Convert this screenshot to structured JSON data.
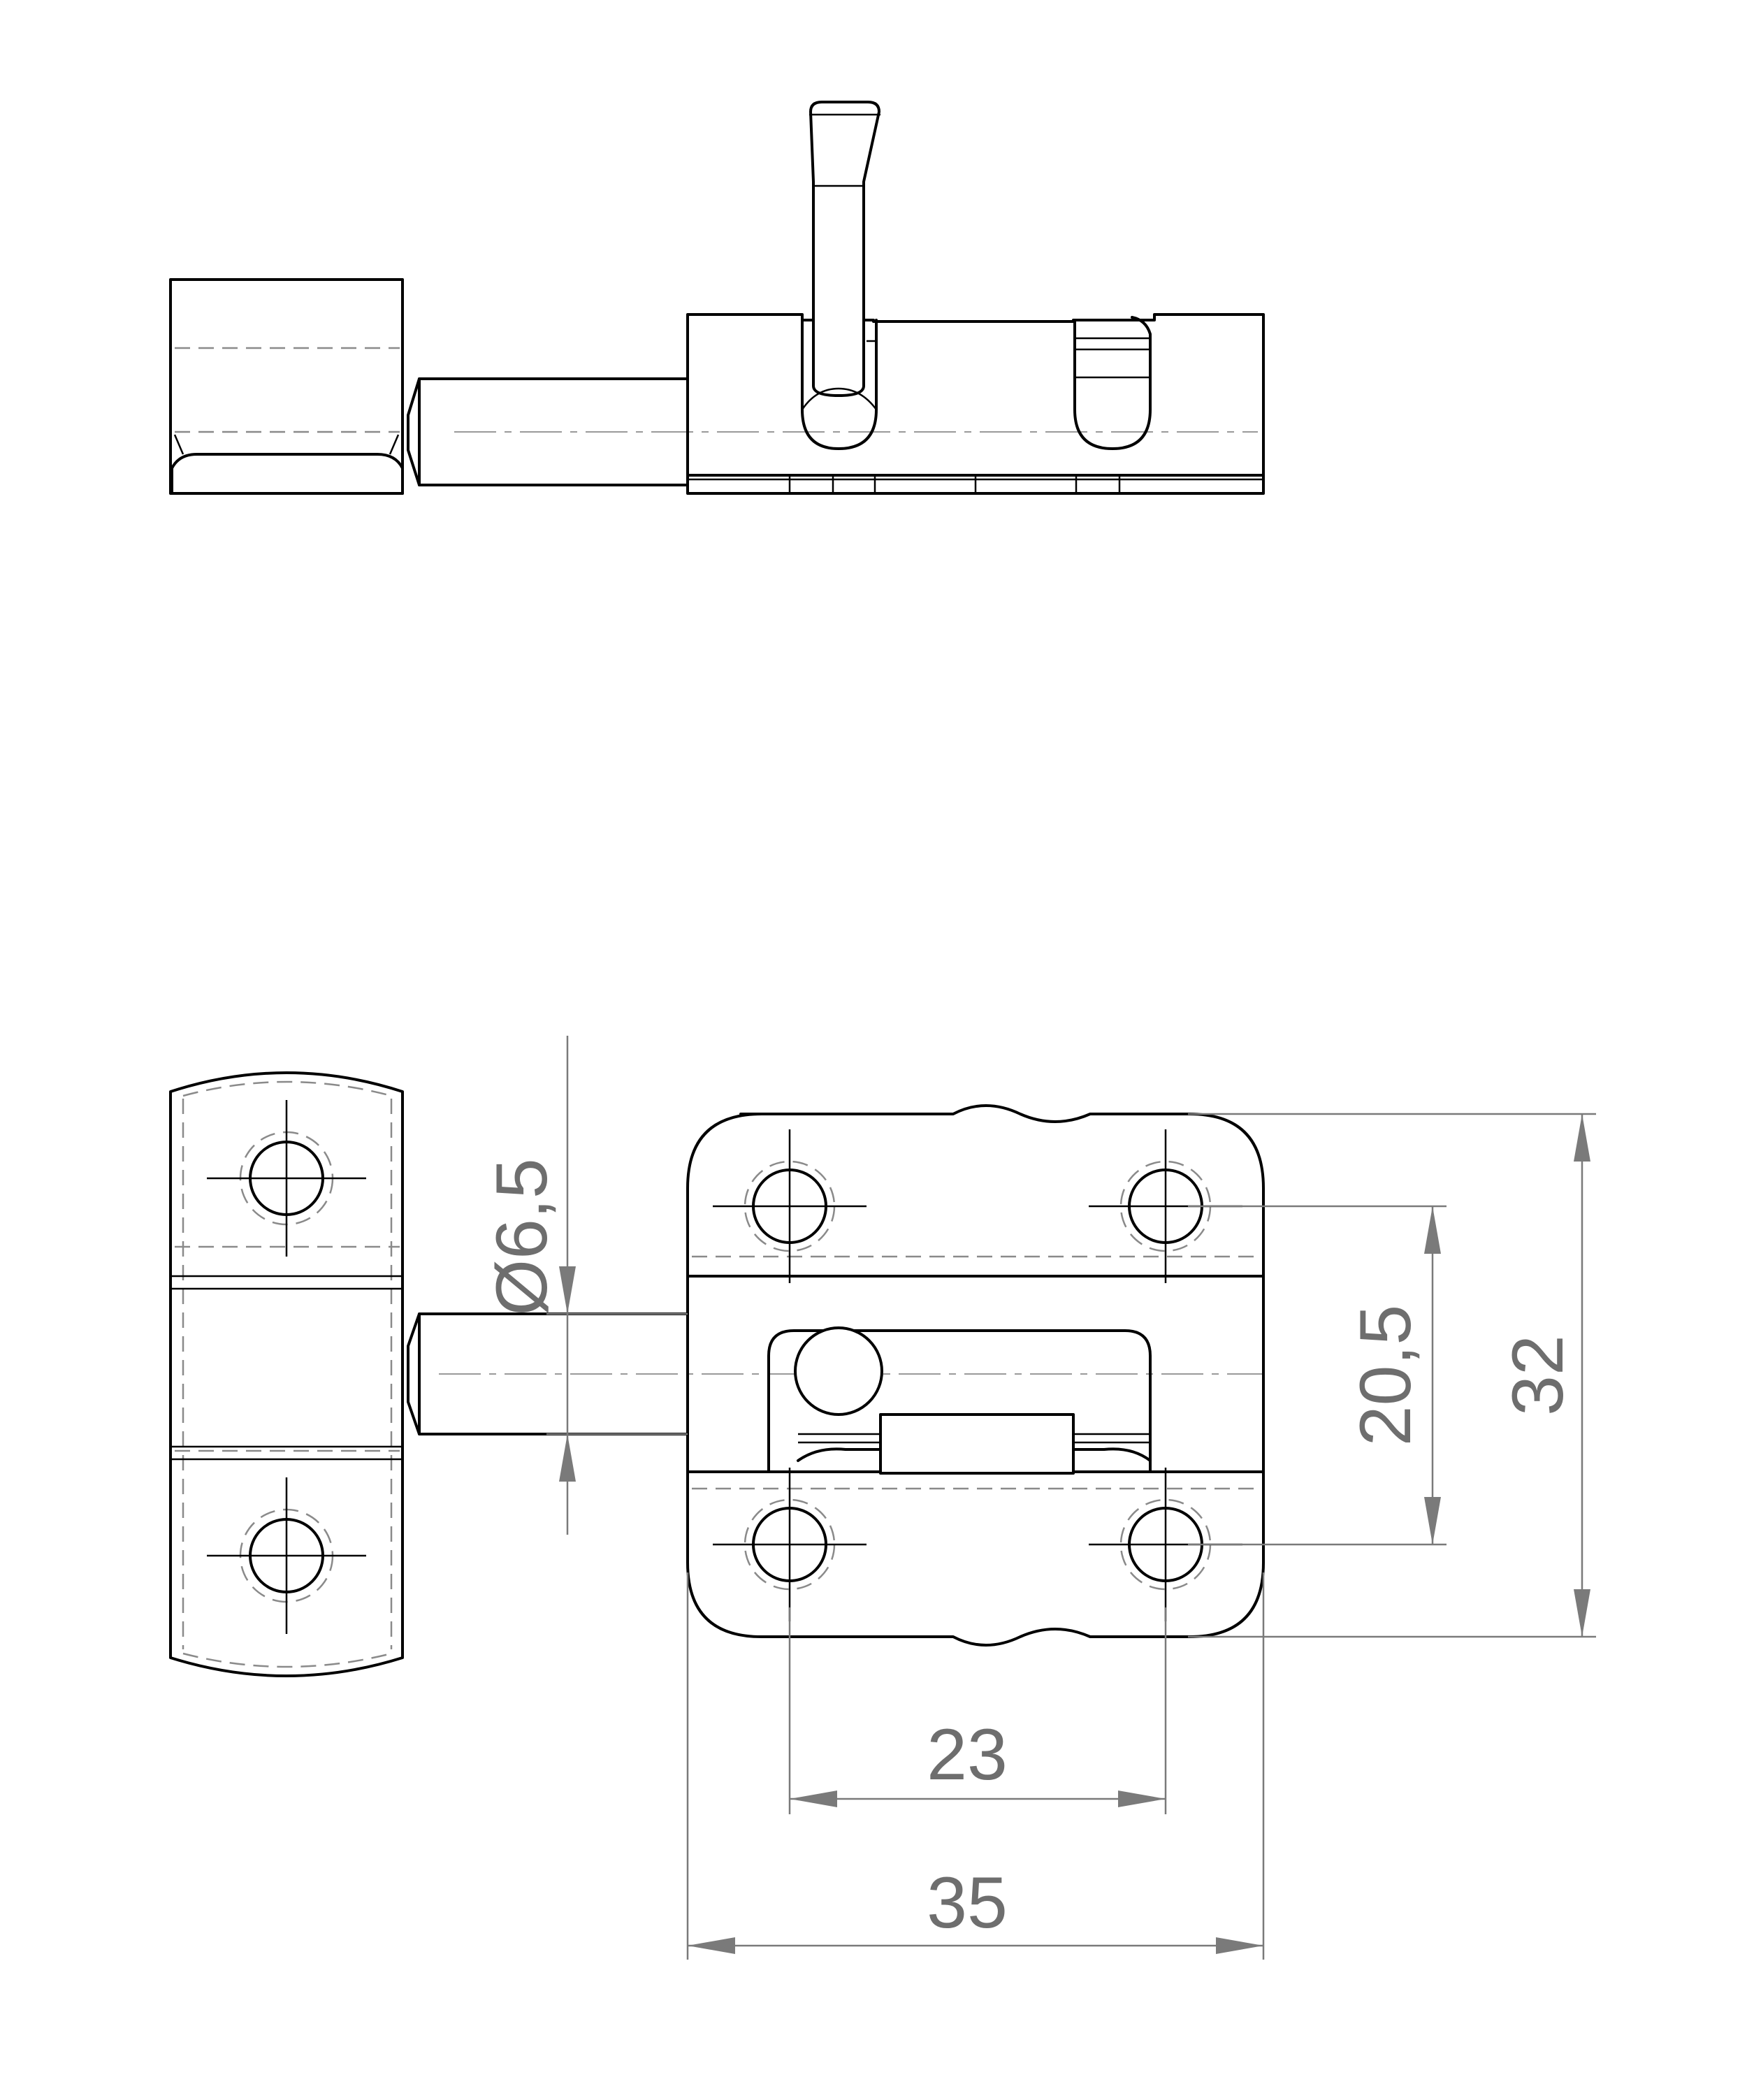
{
  "dimensions": {
    "pin_diameter": "Ø6,5",
    "hole_spacing_vertical": "20,5",
    "overall_height": "32",
    "hole_spacing_horizontal": "23",
    "overall_width": "35"
  },
  "colors": {
    "object_line": "#000000",
    "hidden_line": "#8a8a8a",
    "dimension_line": "#7a7a7a",
    "background": "#ffffff"
  }
}
